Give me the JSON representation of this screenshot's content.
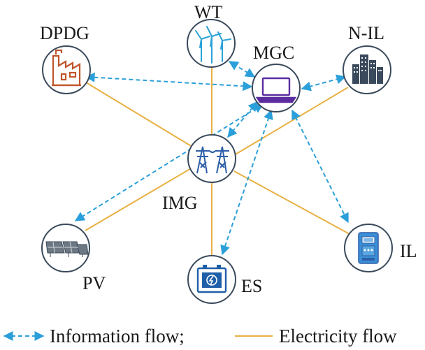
{
  "colors": {
    "information_flow": "#2b9fd9",
    "electricity_flow": "#e8b143",
    "node_ring": "#3a4a5c"
  },
  "nodes": {
    "dpdg": {
      "label": "DPDG",
      "icon": "factory-icon"
    },
    "wt": {
      "label": "WT",
      "icon": "wind-turbine-icon"
    },
    "mgc": {
      "label": "MGC",
      "icon": "laptop-icon"
    },
    "nil": {
      "label": "N-IL",
      "icon": "city-buildings-icon"
    },
    "img": {
      "label": "IMG",
      "icon": "transmission-tower-icon"
    },
    "pv": {
      "label": "PV",
      "icon": "solar-panel-icon"
    },
    "es": {
      "label": "ES",
      "icon": "battery-storage-icon"
    },
    "il": {
      "label": "IL",
      "icon": "electric-meter-icon"
    }
  },
  "legend": {
    "information_label": "Information flow;",
    "electricity_label": "Electricity flow"
  }
}
